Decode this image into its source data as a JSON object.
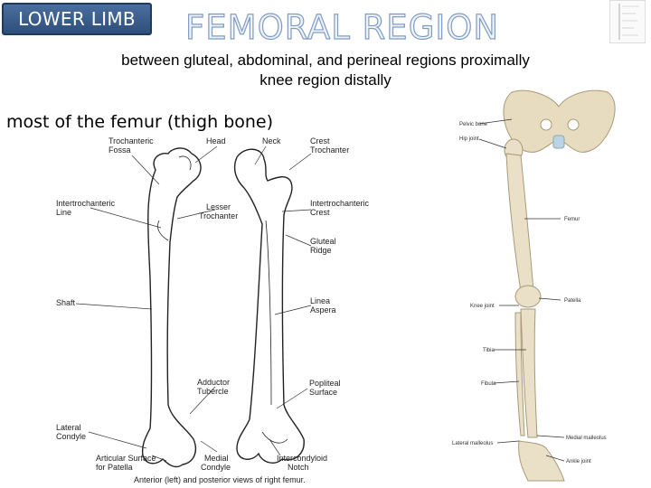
{
  "slide": {
    "badge": "LOWER LIMB",
    "title": "FEMORAL REGION",
    "subtitle_line1": "between gluteal, abdominal, and perineal regions proximally",
    "subtitle_line2": "knee region distally",
    "body": "most of the femur (thigh bone)"
  },
  "femur_figure": {
    "labels": {
      "trochanteric_fossa_1": "Trochanteric",
      "trochanteric_fossa_2": "Fossa",
      "head": "Head",
      "neck": "Neck",
      "crest_trochanter_1": "Crest",
      "crest_trochanter_2": "Trochanter",
      "intertrochanteric_line_1": "Intertrochanteric",
      "intertrochanteric_line_2": "Line",
      "lesser_trochanter_1": "Lesser",
      "lesser_trochanter_2": "Trochanter",
      "intertrochanteric_crest_1": "Intertrochanteric",
      "intertrochanteric_crest_2": "Crest",
      "gluteal_ridge_1": "Gluteal",
      "gluteal_ridge_2": "Ridge",
      "shaft": "Shaft",
      "linea_aspera_1": "Linea",
      "linea_aspera_2": "Aspera",
      "adductor_tubercle_1": "Adductor",
      "adductor_tubercle_2": "Tubercle",
      "popliteal_surface_1": "Popliteal",
      "popliteal_surface_2": "Surface",
      "lateral_condyle_1": "Lateral",
      "lateral_condyle_2": "Condyle",
      "articular_surface_1": "Articular Surface",
      "articular_surface_2": "for Patella",
      "medial_condyle_1": "Medial",
      "medial_condyle_2": "Condyle",
      "intercondyloid_notch_1": "Intercondyloid",
      "intercondyloid_notch_2": "Notch"
    },
    "caption": "Anterior (left) and posterior views of right femur."
  },
  "leg_figure": {
    "labels": {
      "pelvic_bone": "Pelvic bone",
      "hip_joint": "Hip joint",
      "femur": "Femur",
      "patella": "Patella",
      "knee_joint": "Knee joint",
      "tibia": "Tibia",
      "fibula": "Fibula",
      "medial_malleolus": "Medial malleolus",
      "lateral_malleolus": "Lateral malleolus",
      "ankle_joint": "Ankle joint"
    }
  }
}
